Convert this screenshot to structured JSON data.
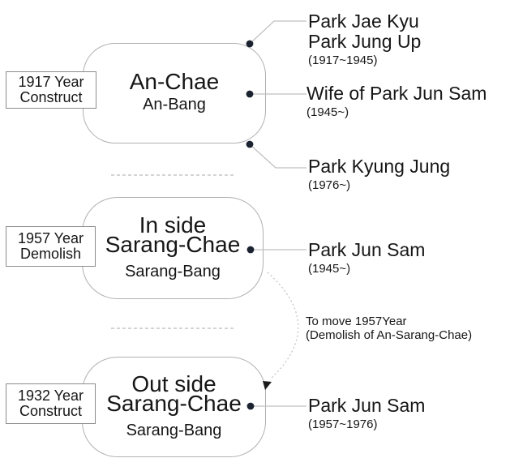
{
  "colors": {
    "background": "#ffffff",
    "text": "#161616",
    "house_box_border": "#b0b0b0",
    "badge_border": "#8c8c8c",
    "connector_line": "#c0c0c0",
    "junction_dot": "#1c2330",
    "dashed_separator": "#c6c6c6",
    "arrowhead": "#1b1b1b"
  },
  "sections": [
    {
      "badge": "1917 Year\nConstruct",
      "title": "An-Chae",
      "subtitle": "An-Bang",
      "occupants": [
        {
          "names": "Park Jae Kyu\nPark Jung Up",
          "period": "(1917~1945)"
        },
        {
          "names": "Wife of Park Jun Sam",
          "period": "(1945~)"
        },
        {
          "names": "Park Kyung Jung",
          "period": "(1976~)"
        }
      ]
    },
    {
      "badge": "1957 Year\nDemolish",
      "title": "In side\nSarang-Chae",
      "subtitle": "Sarang-Bang",
      "occupants": [
        {
          "names": "Park Jun Sam",
          "period": "(1945~)"
        }
      ]
    },
    {
      "badge": "1932 Year\nConstruct",
      "title": "Out side\nSarang-Chae",
      "subtitle": "Sarang-Bang",
      "occupants": [
        {
          "names": "Park Jun Sam",
          "period": "(1957~1976)"
        }
      ]
    }
  ],
  "annotation": "To move 1957Year\n(Demolish of An-Sarang-Chae)"
}
